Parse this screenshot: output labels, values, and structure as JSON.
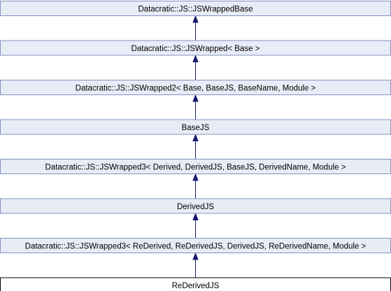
{
  "diagram": {
    "nodes": [
      {
        "id": "n0",
        "label": "Datacratic::JS::JSWrappedBase",
        "current": false
      },
      {
        "id": "n1",
        "label": "Datacratic::JS::JSWrapped< Base >",
        "current": false
      },
      {
        "id": "n2",
        "label": "Datacratic::JS::JSWrapped2< Base, BaseJS, BaseName, Module >",
        "current": false
      },
      {
        "id": "n3",
        "label": "BaseJS",
        "current": false
      },
      {
        "id": "n4",
        "label": "Datacratic::JS::JSWrapped3< Derived, DerivedJS, BaseJS, DerivedName, Module >",
        "current": false
      },
      {
        "id": "n5",
        "label": "DerivedJS",
        "current": false
      },
      {
        "id": "n6",
        "label": "Datacratic::JS::JSWrapped3< ReDerived, ReDerivedJS, DerivedJS, ReDerivedName, Module >",
        "current": false
      },
      {
        "id": "n7",
        "label": "ReDerivedJS",
        "current": true
      }
    ],
    "edges": [
      {
        "from": "n1",
        "to": "n0"
      },
      {
        "from": "n2",
        "to": "n1"
      },
      {
        "from": "n3",
        "to": "n2"
      },
      {
        "from": "n4",
        "to": "n3"
      },
      {
        "from": "n5",
        "to": "n4"
      },
      {
        "from": "n6",
        "to": "n5"
      },
      {
        "from": "n7",
        "to": "n6"
      }
    ],
    "colors": {
      "node_fill": "#e7ecf6",
      "node_border": "#8193c2",
      "current_fill": "#ffffff",
      "current_border": "#000000",
      "edge": "#191970"
    }
  }
}
